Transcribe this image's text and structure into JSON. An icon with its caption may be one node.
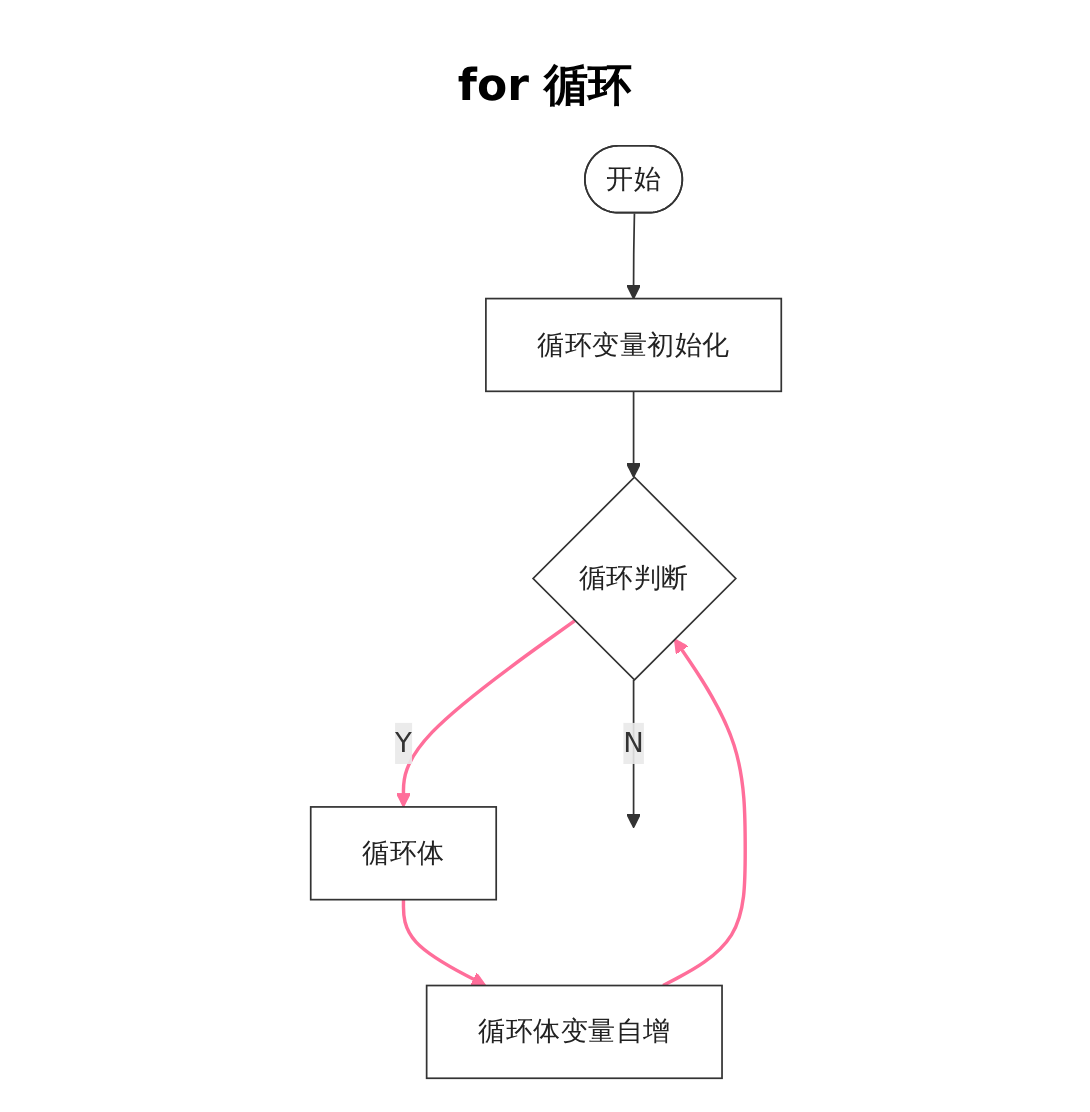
{
  "diagram": {
    "title": "for 循环",
    "nodes": [
      {
        "text": [
          "开始"
        ]
      },
      {
        "text": [
          "循环变量初始化"
        ]
      },
      {
        "text": [
          "循环判断"
        ]
      },
      {
        "text": [
          "循环体"
        ]
      },
      {
        "text": [
          "循环体变量自增"
        ]
      }
    ],
    "edges": [
      {
        "from": 0,
        "to": 1,
        "arrow": "to"
      },
      {
        "from": 1,
        "to": 2,
        "arrow": "to"
      },
      {
        "from": 2,
        "to": 3,
        "arrow": "to",
        "label": "Y",
        "color": "#ff6e9a"
      },
      {
        "from": 3,
        "to": 4,
        "arrow": "to",
        "color": "#ff6e9a"
      },
      {
        "from": 4,
        "to": 2,
        "arrow": "to",
        "color": "#ff6e9a"
      },
      {
        "from": 2,
        "to": null,
        "arrow": "to",
        "label": "N"
      }
    ]
  }
}
